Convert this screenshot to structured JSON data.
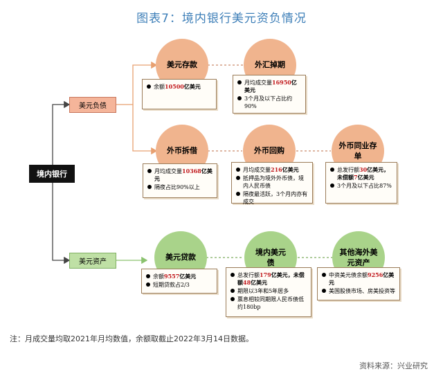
{
  "title": "图表7：境内银行美元资负情况",
  "root": "境内银行",
  "branches": {
    "liabilities": "美元负债",
    "assets": "美元资产"
  },
  "nodes": {
    "deposit": {
      "header": "美元存款",
      "items": [
        {
          "pre": "余额",
          "hl": "10500",
          "post": "亿美元"
        }
      ]
    },
    "fx_forward": {
      "header": "外汇掉期",
      "items": [
        {
          "pre": "月均成交量",
          "hl": "16950",
          "post": "亿美元"
        },
        {
          "pre": "3个月及以下占比约90%",
          "hl": "",
          "post": ""
        }
      ]
    },
    "fx_borrow": {
      "header": "外币拆借",
      "items": [
        {
          "pre": "月均成交量",
          "hl": "10368",
          "post": "亿美元"
        },
        {
          "pre": "隔夜占比90%以上",
          "hl": "",
          "post": ""
        }
      ]
    },
    "fx_repo": {
      "header": "外币回购",
      "items": [
        {
          "pre": "月均成交量",
          "hl": "216",
          "post": "亿美元"
        },
        {
          "pre": "抵押品为境外外币债，境内人民币债",
          "hl": "",
          "post": ""
        },
        {
          "pre": "隔夜最活跃，3个月内亦有成交",
          "hl": "",
          "post": ""
        }
      ]
    },
    "fx_ncd": {
      "header": "外币同业存单",
      "items": [
        {
          "pre": "总发行额",
          "hl": "30",
          "post": "亿美元，未偿额",
          "hl2": "7",
          "post2": "亿美元"
        },
        {
          "pre": "3个月及以下占比87%",
          "hl": "",
          "post": ""
        }
      ]
    },
    "loans": {
      "header": "美元贷款",
      "items": [
        {
          "pre": "余额",
          "hl": "9557",
          "post": "亿美元"
        },
        {
          "pre": "短期贷款占2/3",
          "hl": "",
          "post": ""
        }
      ]
    },
    "domestic_bonds": {
      "header": "境内美元债",
      "items": [
        {
          "pre": "总发行额",
          "hl": "179",
          "post": "亿美元，未偿额",
          "hl2": "48",
          "post2": "亿美元"
        },
        {
          "pre": "期限以3年和5年居多",
          "hl": "",
          "post": ""
        },
        {
          "pre": "票息相较同期限人民币债低约180bp",
          "hl": "",
          "post": ""
        }
      ]
    },
    "offshore_assets": {
      "header": "其他海外美元资产",
      "items": [
        {
          "pre": "中资美元债余额",
          "hl": "9256",
          "post": "亿美元"
        },
        {
          "pre": "美国股债市场、房美投资等",
          "hl": "",
          "post": ""
        }
      ]
    }
  },
  "note": "注：月成交量均取2021年月均数值，余额取截止2022年3月14日数据。",
  "source": "资料来源：兴业研究",
  "colors": {
    "liability": "#f0b48e",
    "asset": "#a9d38a",
    "title": "#3e7fb8",
    "highlight": "#c0171b"
  }
}
